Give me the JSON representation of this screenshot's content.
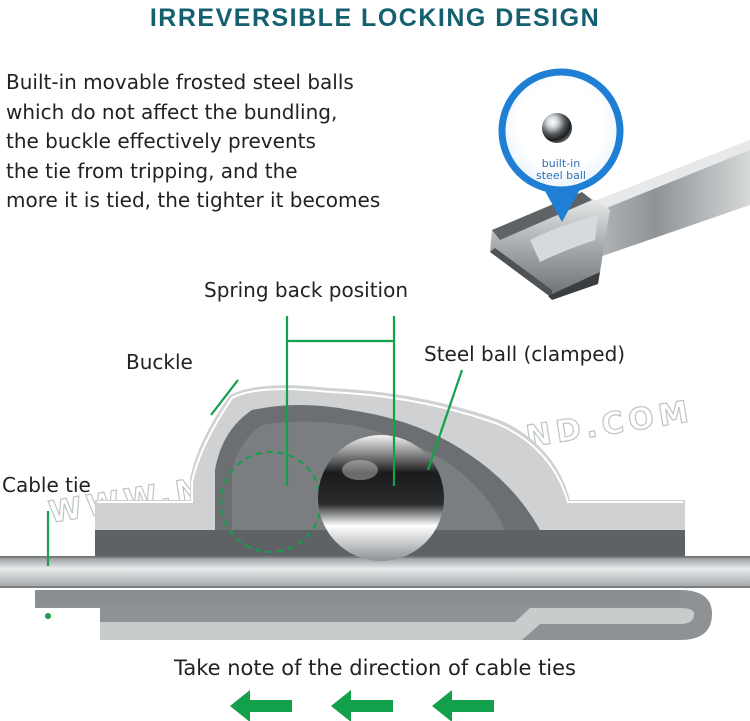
{
  "header": {
    "title": "IRREVERSIBLE LOCKING DESIGN"
  },
  "intro": {
    "lines": [
      "Built-in movable frosted steel balls",
      "which do not affect the bundling,",
      "the buckle effectively prevents",
      "the tie from tripping, and the",
      "more it is tied, the tighter it becomes"
    ]
  },
  "callout": {
    "line1": "built-in",
    "line2": "steel ball"
  },
  "labels": {
    "spring_back": "Spring back position",
    "buckle": "Buckle",
    "steel_ball": "Steel ball (clamped)",
    "cable_tie": "Cable tie"
  },
  "watermark": "WWW.NYLONCABLEGLAND.COM",
  "footer": {
    "note": "Take note of the direction of cable ties"
  },
  "colors": {
    "title": "#14606e",
    "accent_green": "#12a04a",
    "callout_blue": "#1e7fd4"
  }
}
